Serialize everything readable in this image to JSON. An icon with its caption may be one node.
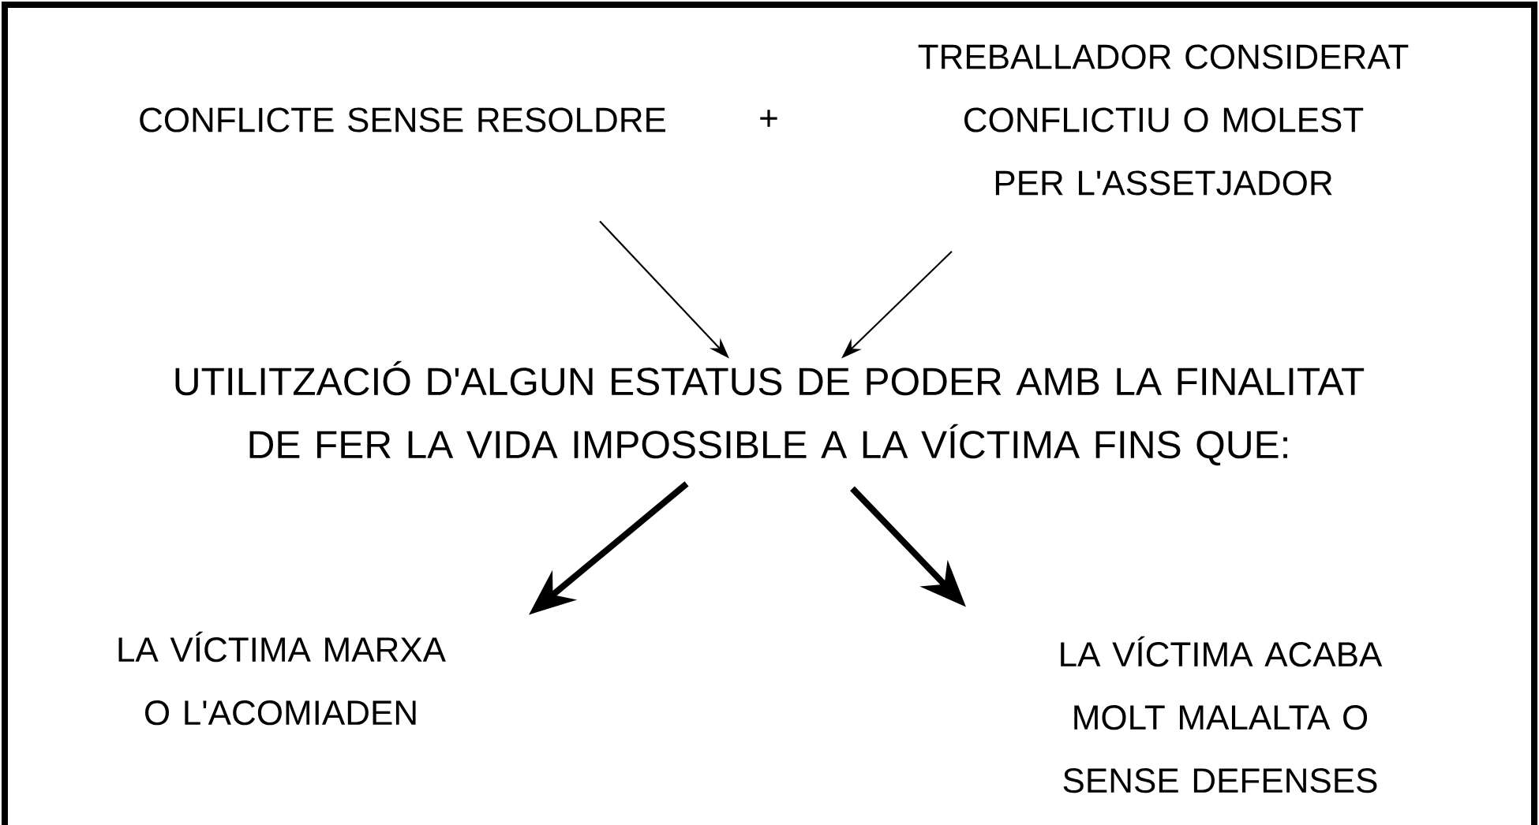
{
  "diagram": {
    "nodes": [
      {
        "text": [
          "CONFLICTE SENSE RESOLDRE"
        ]
      },
      {
        "text": [
          "TREBALLADOR CONSIDERAT CONFLICTIU O MOLEST PER L'ASSETJADOR"
        ]
      },
      {
        "text": [
          "UTILITZACIÓ D'ALGUN ESTATUS DE PODER AMB LA FINALITAT DE FER LA VIDA IMPOSSIBLE A LA VÍCTIMA FINS QUE:"
        ]
      },
      {
        "text": [
          "LA VÍCTIMA MARXA O L'ACOMIADEN"
        ]
      },
      {
        "text": [
          "LA VÍCTIMA ACABA MOLT MALALTA O SENSE DEFENSES"
        ]
      }
    ],
    "edges": [
      {
        "from": 0,
        "to": 2,
        "arrow": "to"
      },
      {
        "from": 1,
        "to": 2,
        "arrow": "to"
      },
      {
        "from": 2,
        "to": 3,
        "arrow": "to",
        "style": "thick"
      },
      {
        "from": 2,
        "to": 4,
        "arrow": "to",
        "style": "thick"
      }
    ],
    "labels": [
      "+"
    ]
  }
}
